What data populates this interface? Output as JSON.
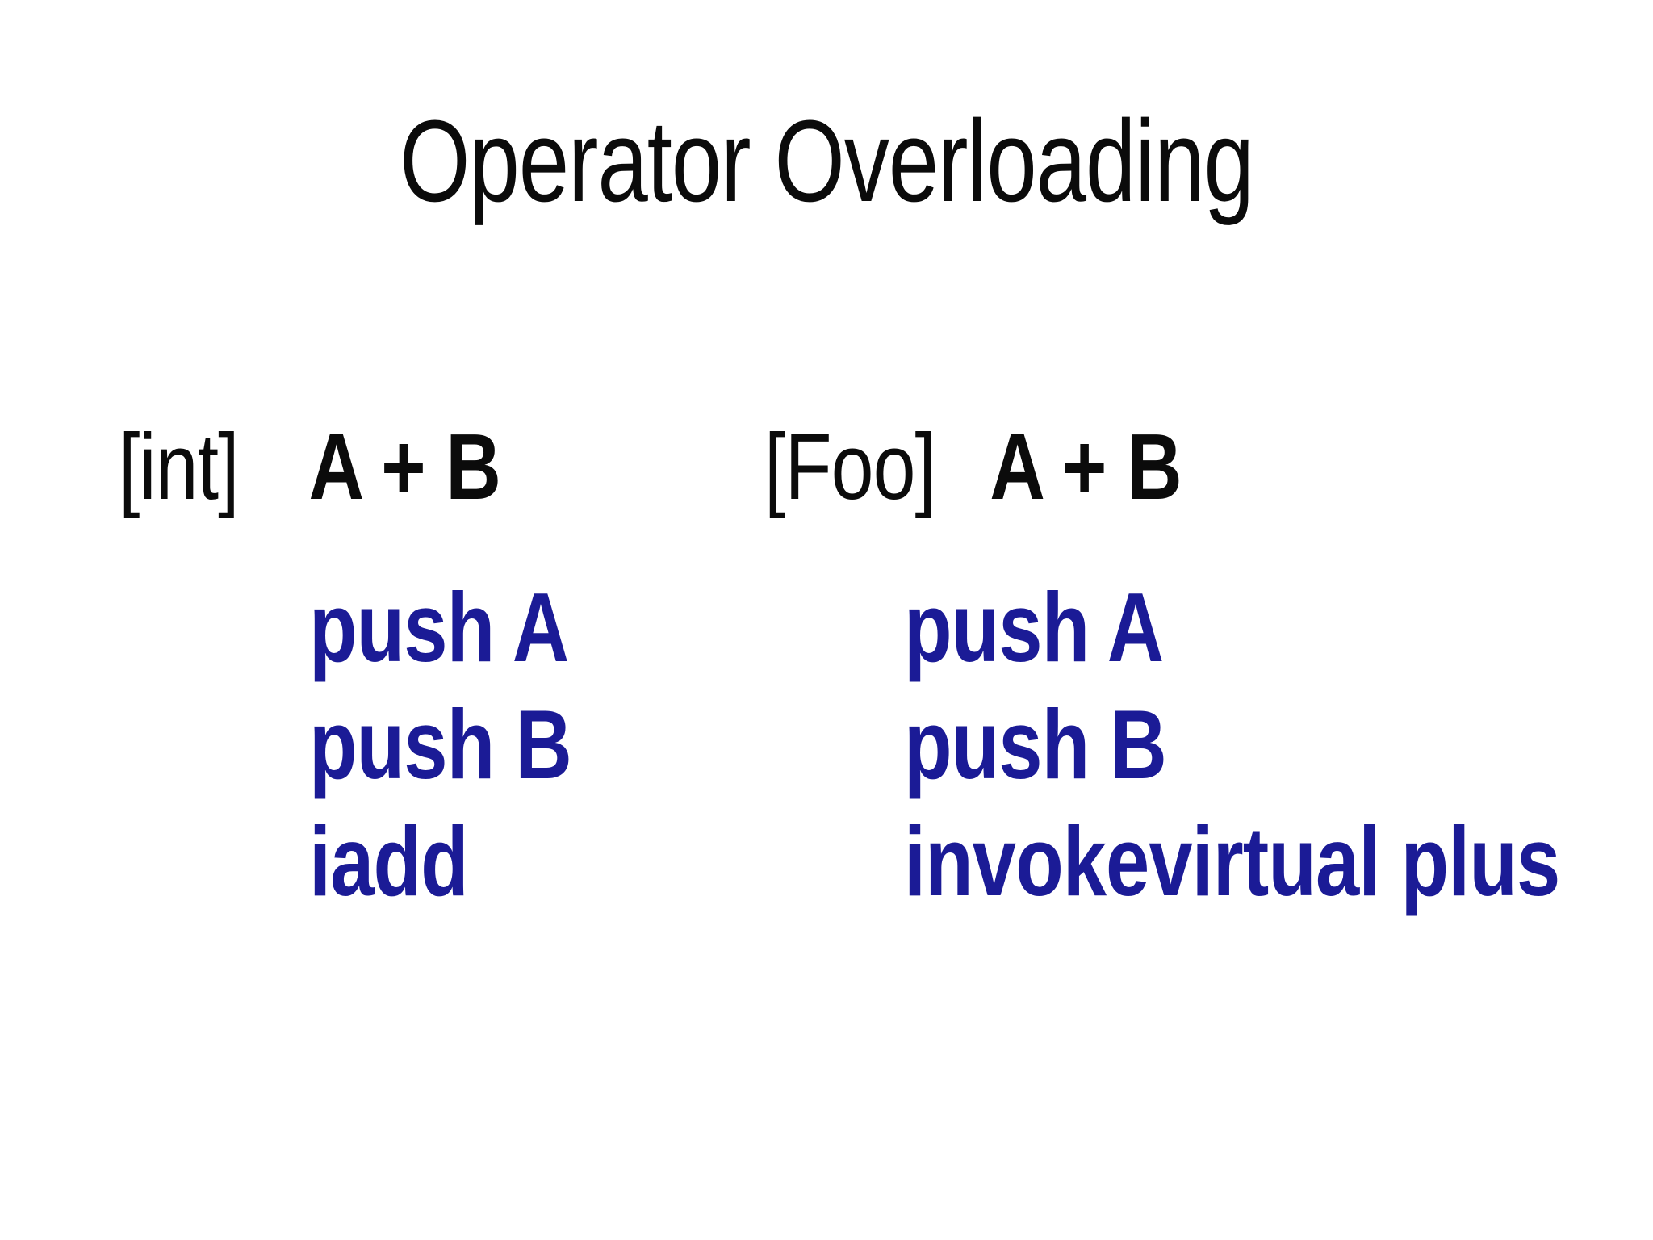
{
  "slide": {
    "title": "Operator Overloading",
    "left": {
      "type_label": "[int]",
      "expression": "A + B",
      "code_lines": [
        "push A",
        "push B",
        "iadd"
      ]
    },
    "right": {
      "type_label": "[Foo]",
      "expression": "A + B",
      "code_lines": [
        "push A",
        "push B",
        "invokevirtual plus"
      ]
    },
    "colors": {
      "background": "#ffffff",
      "text": "#0b0b0b",
      "code_blue": "#1b1b96"
    }
  }
}
